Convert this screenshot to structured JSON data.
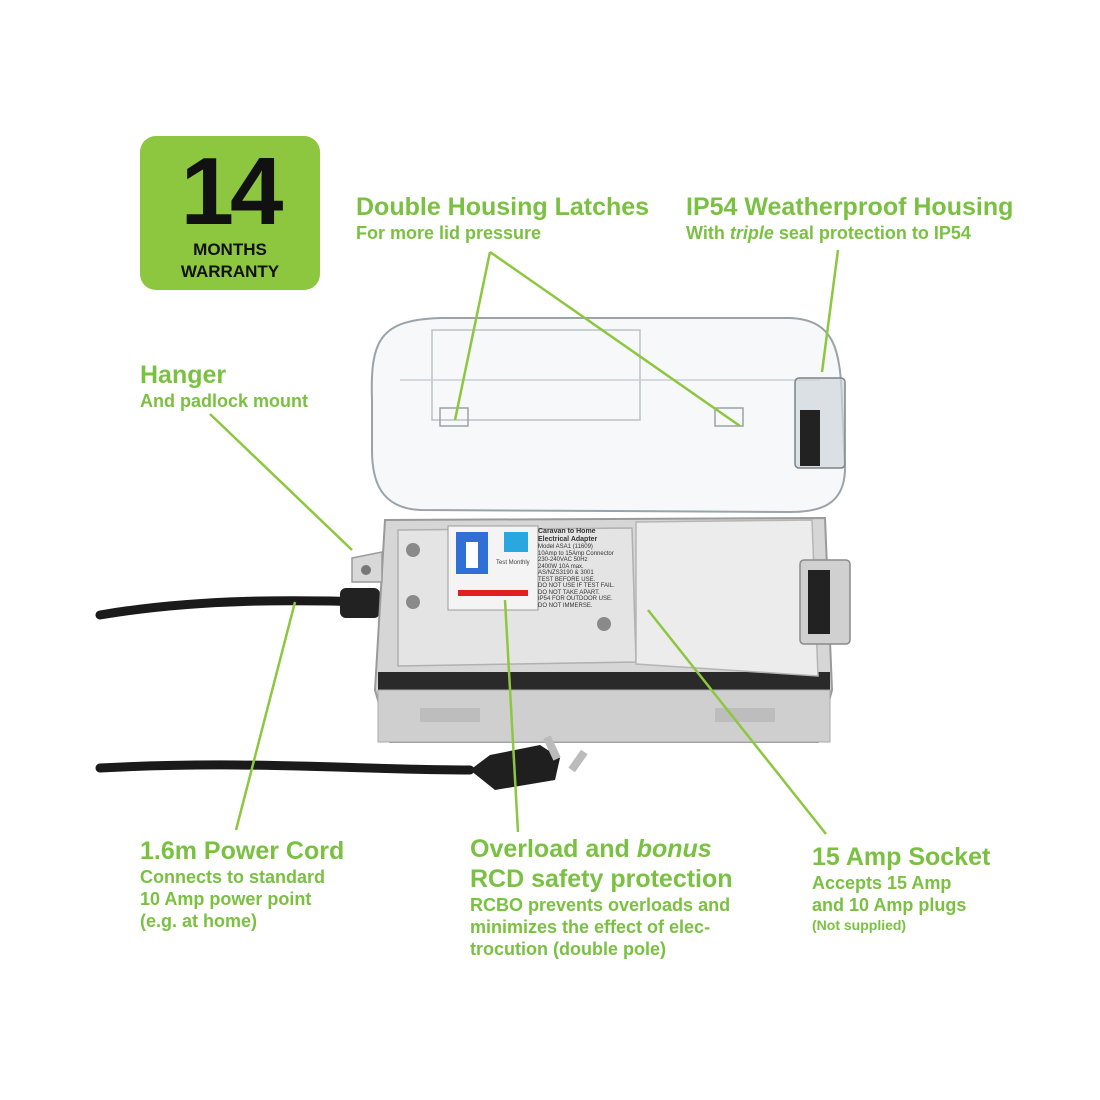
{
  "warranty": {
    "number": "14",
    "line1": "MONTHS",
    "line2": "WARRANTY"
  },
  "features": {
    "latches": {
      "title": "Double Housing Latches",
      "subtitle": "For more lid pressure"
    },
    "housing": {
      "title": "IP54 Weatherproof Housing",
      "sub_pre": "With ",
      "sub_em": "triple",
      "sub_post": " seal protection to IP54"
    },
    "hanger": {
      "title": "Hanger",
      "subtitle": "And padlock mount"
    },
    "cord": {
      "title": "1.6m Power Cord",
      "line1": "Connects to standard",
      "line2": "10 Amp power point",
      "line3": "(e.g. at home)"
    },
    "rcbo": {
      "title_pre": "Overload and ",
      "title_em": "bonus",
      "title2": "RCD safety protection",
      "line1": "RCBO prevents overloads and",
      "line2": "minimizes the effect of elec-",
      "line3": "trocution (double pole)"
    },
    "socket": {
      "title": "15 Amp Socket",
      "line1": "Accepts 15 Amp",
      "line2": "and 10 Amp plugs",
      "note": "(Not supplied)"
    }
  },
  "device_label": {
    "title1": "Caravan to Home",
    "title2": "Electrical Adapter",
    "lines": [
      "Model ASA1 (11609)",
      "10Amp to 15Amp Connector",
      "230-240VAC 50Hz",
      "2400W 10A max.",
      "AS/NZS3190 & 3001",
      "TEST BEFORE USE.",
      "DO NOT USE IF TEST FAIL.",
      "DO NOT TAKE APART.",
      "IP54 FOR OUTDOOR USE.",
      "DO NOT IMMERSE."
    ],
    "test_text": "Test Monthly"
  },
  "colors": {
    "accent": "#7ac142",
    "badge": "#8dc63f",
    "housing": "#dcdcdc",
    "lid": "#eef2f4",
    "cord": "#1a1a1a",
    "rcbo_blue": "#2f6fd6"
  }
}
